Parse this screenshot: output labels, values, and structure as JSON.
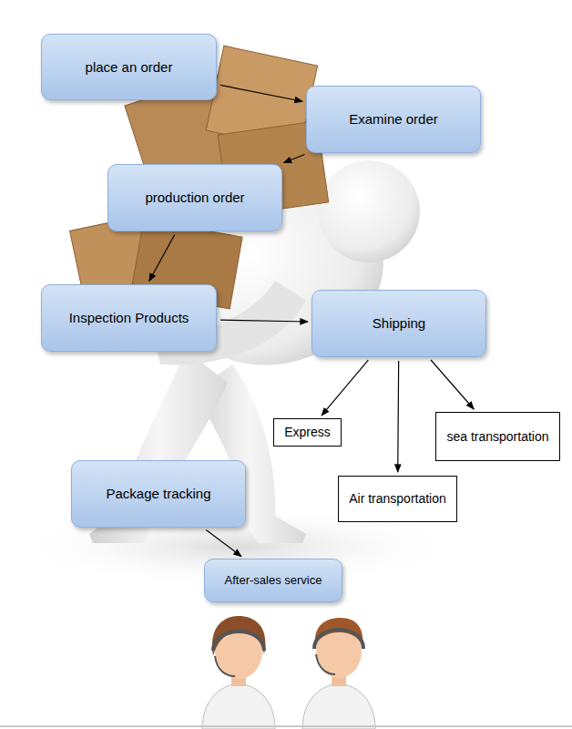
{
  "diagram": {
    "nodes": [
      {
        "text": [
          "place an order"
        ]
      },
      {
        "text": [
          "Examine order"
        ]
      },
      {
        "text": [
          "production order"
        ]
      },
      {
        "text": [
          "Inspection Products"
        ]
      },
      {
        "text": [
          "Shipping"
        ]
      },
      {
        "text": [
          "Express"
        ]
      },
      {
        "text": [
          "Air transportation"
        ]
      },
      {
        "text": [
          "sea transportation"
        ]
      },
      {
        "text": [
          "Package tracking"
        ]
      },
      {
        "text": [
          "After-sales service"
        ]
      }
    ],
    "edges": [
      {
        "from": 0,
        "to": 1,
        "arrow": "to"
      },
      {
        "from": 1,
        "to": 2,
        "arrow": "to"
      },
      {
        "from": 2,
        "to": 3,
        "arrow": "to"
      },
      {
        "from": 3,
        "to": 4,
        "arrow": "to"
      },
      {
        "from": 4,
        "to": 5,
        "arrow": "to"
      },
      {
        "from": 4,
        "to": 6,
        "arrow": "to"
      },
      {
        "from": 4,
        "to": 7,
        "arrow": "to"
      },
      {
        "from": 8,
        "to": 9,
        "arrow": "to"
      }
    ]
  }
}
